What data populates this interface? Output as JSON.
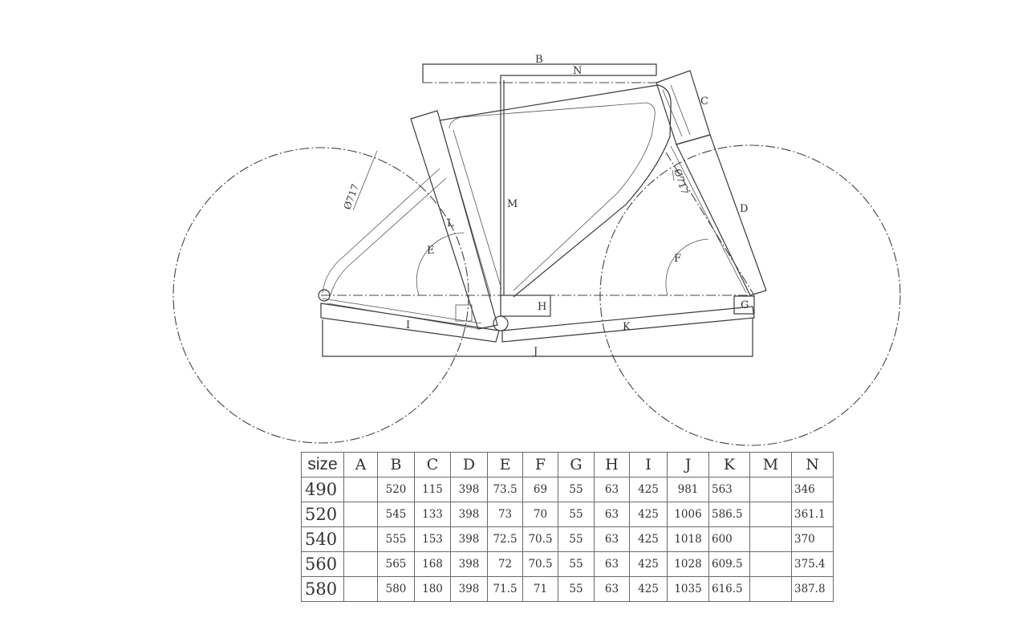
{
  "diagram": {
    "dimension_labels": {
      "B": "B",
      "N": "N",
      "C": "C",
      "D": "D",
      "E": "E",
      "F": "F",
      "G": "G",
      "H": "H",
      "I": "I",
      "J": "J",
      "K": "K",
      "M": "M",
      "L": "L"
    },
    "rear_wheel_diameter": "Ø717",
    "front_wheel_diameter": "Ø717"
  },
  "table": {
    "columns": [
      "size",
      "A",
      "B",
      "C",
      "D",
      "E",
      "F",
      "G",
      "H",
      "I",
      "J",
      "K",
      "M",
      "N"
    ],
    "rows": [
      [
        "490",
        "",
        "520",
        "115",
        "398",
        "73.5",
        "69",
        "55",
        "63",
        "425",
        "981",
        "563",
        "",
        "346"
      ],
      [
        "520",
        "",
        "545",
        "133",
        "398",
        "73",
        "70",
        "55",
        "63",
        "425",
        "1006",
        "586.5",
        "",
        "361.1"
      ],
      [
        "540",
        "",
        "555",
        "153",
        "398",
        "72.5",
        "70.5",
        "55",
        "63",
        "425",
        "1018",
        "600",
        "",
        "370"
      ],
      [
        "560",
        "",
        "565",
        "168",
        "398",
        "72",
        "70.5",
        "55",
        "63",
        "425",
        "1028",
        "609.5",
        "",
        "375.4"
      ],
      [
        "580",
        "",
        "580",
        "180",
        "398",
        "71.5",
        "71",
        "55",
        "63",
        "425",
        "1035",
        "616.5",
        "",
        "387.8"
      ]
    ]
  }
}
